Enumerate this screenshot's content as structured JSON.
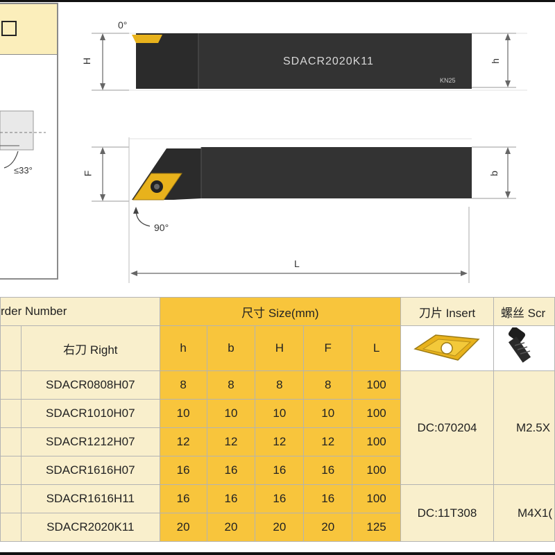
{
  "drawing": {
    "angle_top": "0°",
    "label_H": "H",
    "label_h": "h",
    "body_text": "SDACR2020K11",
    "brand_text": "KN25",
    "label_F": "F",
    "label_b": "b",
    "angle_90": "90°",
    "label_L": "L"
  },
  "left_panel": {
    "angle_label": "≤33°"
  },
  "table": {
    "header": {
      "order_number": "rder Number",
      "size": "尺寸 Size(mm)",
      "insert": "刀片 Insert",
      "screw": "螺丝 Scr",
      "right": "右刀 Right",
      "cols": [
        "h",
        "b",
        "H",
        "F",
        "L"
      ]
    },
    "rows": [
      {
        "right": "SDACR0808H07",
        "h": "8",
        "b": "8",
        "H": "8",
        "F": "8",
        "L": "100"
      },
      {
        "right": "SDACR1010H07",
        "h": "10",
        "b": "10",
        "H": "10",
        "F": "10",
        "L": "100"
      },
      {
        "right": "SDACR1212H07",
        "h": "12",
        "b": "12",
        "H": "12",
        "F": "12",
        "L": "100"
      },
      {
        "right": "SDACR1616H07",
        "h": "16",
        "b": "16",
        "H": "16",
        "F": "16",
        "L": "100"
      },
      {
        "right": "SDACR1616H11",
        "h": "16",
        "b": "16",
        "H": "16",
        "F": "16",
        "L": "100"
      },
      {
        "right": "SDACR2020K11",
        "h": "20",
        "b": "20",
        "H": "20",
        "F": "20",
        "L": "125"
      }
    ],
    "insert_groups": [
      {
        "insert": "DC:070204",
        "screw": "M2.5X"
      },
      {
        "insert": "DC:11T308",
        "screw": "M4X1("
      }
    ]
  },
  "colors": {
    "gold": "#f8c53c",
    "cream": "#f9efcc",
    "tool_body": "#2a2a2a",
    "insert_gold": "#e8b21c"
  }
}
